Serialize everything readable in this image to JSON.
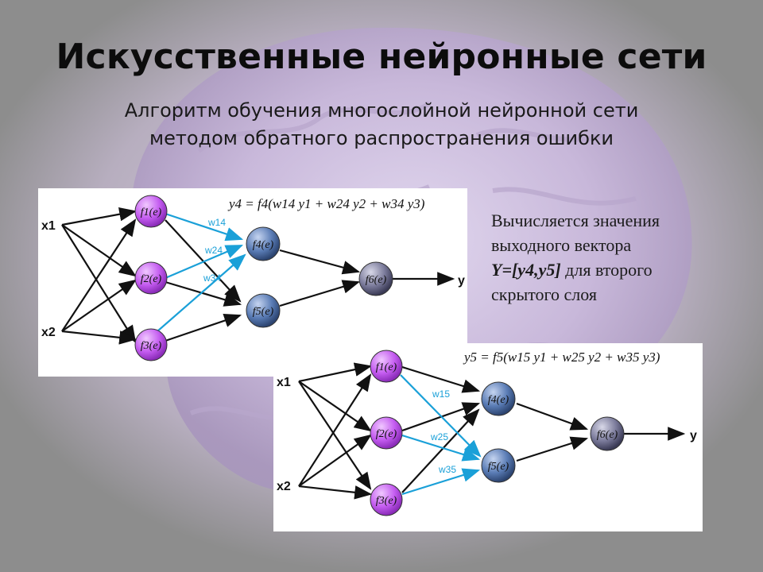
{
  "slide": {
    "title": "Искусственные нейронные сети",
    "subtitle_line1": "Алгоритм обучения многослойной нейронной сети",
    "subtitle_line2": "методом обратного распространения ошибки"
  },
  "note": {
    "line1": "Вычисляется значения",
    "line2": "выходного вектора",
    "vector": "Y=[y4,y5]",
    "line3_rest": " для второго",
    "line4": "скрытого слоя"
  },
  "diagram_top": {
    "formula": "y4 = f4(w14 y1 + w24 y2 + w34 y3)",
    "inputs": [
      "x1",
      "x2"
    ],
    "neurons": [
      "f1(e)",
      "f2(e)",
      "f3(e)",
      "f4(e)",
      "f5(e)",
      "f6(e)"
    ],
    "weights": [
      "w14",
      "w24",
      "w34"
    ],
    "output": "y"
  },
  "diagram_bottom": {
    "formula": "y5 = f5(w15 y1 + w25 y2 + w35 y3)",
    "inputs": [
      "x1",
      "x2"
    ],
    "neurons": [
      "f1(e)",
      "f2(e)",
      "f3(e)",
      "f4(e)",
      "f5(e)",
      "f6(e)"
    ],
    "weights": [
      "w15",
      "w25",
      "w35"
    ],
    "output": "y"
  },
  "colors": {
    "neuron_purple": "#c45cf0",
    "neuron_blue": "#4a6a9a",
    "neuron_output": "#5c5c7a",
    "highlight_line": "#1aa0d8",
    "line": "#111111"
  }
}
